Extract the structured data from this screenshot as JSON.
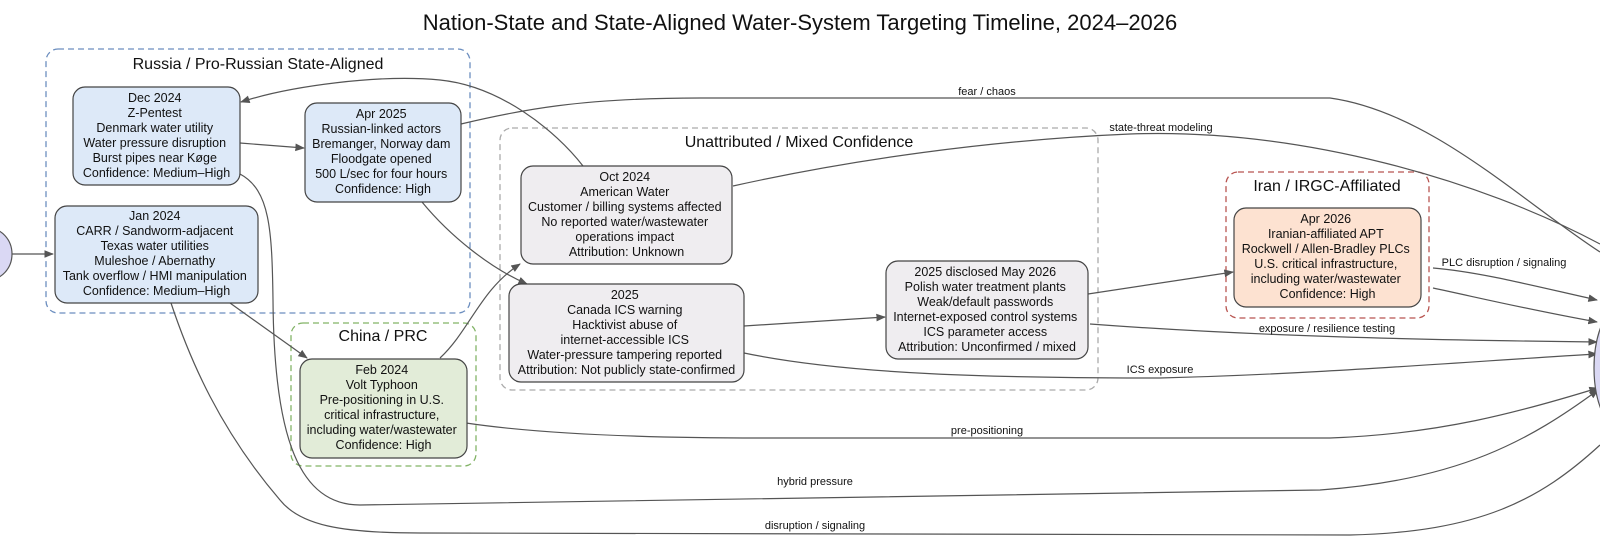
{
  "title": "Nation-State and State-Aligned Water-System Targeting Timeline, 2024–2026",
  "colors": {
    "russia_fill": "#dde9f8",
    "russia_border": "#6c8ebf",
    "china_fill": "#e2ecd8",
    "china_border": "#82b366",
    "unattributed_fill": "#efedf0",
    "unattributed_border": "#aaaaaa",
    "iran_fill": "#fde2d1",
    "iran_border": "#b85450",
    "hub_fill": "#dad8f4",
    "edge": "#555555"
  },
  "clusters": {
    "russia": "Russia / Pro-Russian State-Aligned",
    "china": "China / PRC",
    "unattributed": "Unattributed / Mixed Confidence",
    "iran": "Iran / IRGC-Affiliated"
  },
  "nodes": {
    "dec2024": [
      "Dec 2024",
      "Z-Pentest",
      "Denmark water utility",
      "Water pressure disruption",
      "Burst pipes near Køge",
      "Confidence: Medium–High"
    ],
    "jan2024": [
      "Jan 2024",
      "CARR / Sandworm-adjacent",
      "Texas water utilities",
      "Muleshoe / Abernathy",
      "Tank overflow / HMI manipulation",
      "Confidence: Medium–High"
    ],
    "apr2025": [
      "Apr 2025",
      "Russian-linked actors",
      "Bremanger, Norway dam",
      "Floodgate opened",
      "500 L/sec for four hours",
      "Confidence: High"
    ],
    "feb2024": [
      "Feb 2024",
      "Volt Typhoon",
      "Pre-positioning in U.S.",
      "critical infrastructure,",
      "including water/wastewater",
      "Confidence: High"
    ],
    "oct2024": [
      "Oct 2024",
      "American Water",
      "Customer / billing systems affected",
      "No reported water/wastewater",
      "operations impact",
      "Attribution: Unknown"
    ],
    "canada2025": [
      "2025",
      "Canada ICS warning",
      "Hacktivist abuse of",
      "internet-accessible ICS",
      "Water-pressure tampering reported",
      "Attribution: Not publicly state-confirmed"
    ],
    "poland2025": [
      "2025 disclosed May 2026",
      "Polish water treatment plants",
      "Weak/default passwords",
      "Internet-exposed control systems",
      "ICS parameter access",
      "Attribution: Unconfirmed / mixed"
    ],
    "apr2026": [
      "Apr 2026",
      "Iranian-affiliated APT",
      "Rockwell / Allen-Bradley PLCs",
      "U.S. critical infrastructure,",
      "including water/wastewater",
      "Confidence: High"
    ]
  },
  "edge_labels": {
    "fear": "fear / chaos",
    "state_threat": "state-threat modeling",
    "plc": "PLC disruption / signaling",
    "exposure": "exposure / resilience testing",
    "ics_exposure": "ICS exposure",
    "prepos": "pre-positioning",
    "hybrid": "hybrid pressure",
    "disruption": "disruption / signaling"
  }
}
